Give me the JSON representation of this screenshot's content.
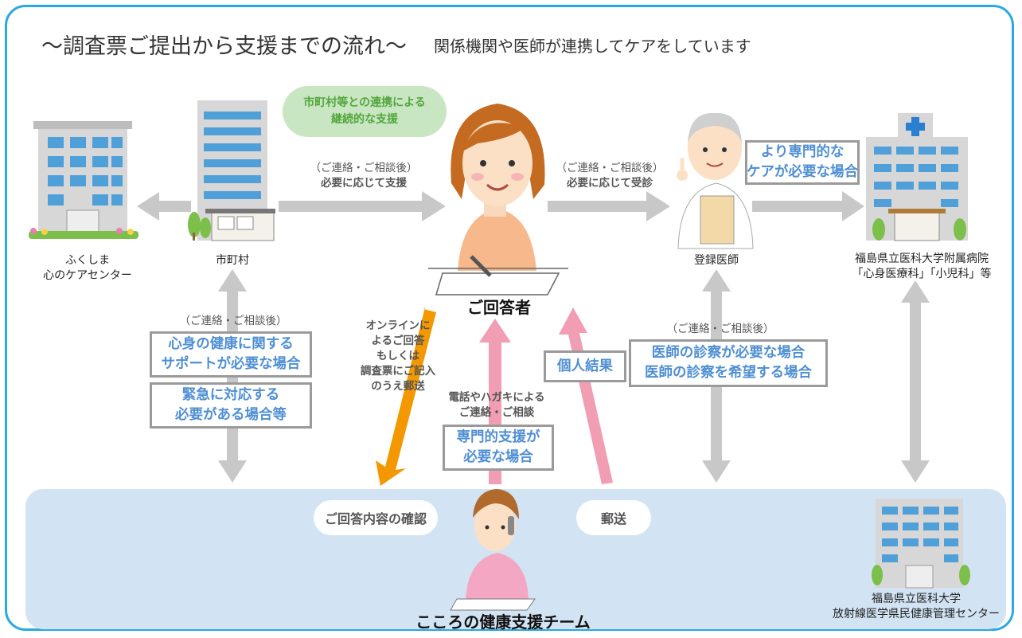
{
  "header": {
    "title": "〜調査票ご提出から支援までの流れ〜",
    "subtitle": "関係機関や医師が連携してケアをしています"
  },
  "nodes": {
    "care_center": [
      "ふくしま",
      "心のケアセンター"
    ],
    "municipality": "市町村",
    "respondent": "ご回答者",
    "doctor": "登録医師",
    "hospital": [
      "福島県立医科大学附属病院",
      "「心身医療科」「小児科」等"
    ],
    "team": "こころの健康支援チーム",
    "center": [
      "福島県立医科大学",
      "放射線医学県民健康管理センター"
    ]
  },
  "bubble": [
    "市町村等との連携による",
    "継続的な支援"
  ],
  "notes": {
    "contact_after_1": "（ご連絡・ご相談後）",
    "support_as_needed": "必要に応じて支援",
    "contact_after_2": "（ご連絡・ご相談後）",
    "visit_as_needed": "必要に応じて受診",
    "contact_after_3": "（ご連絡・ご相談後）",
    "contact_after_4": "（ご連絡・ご相談後）",
    "online": [
      "オンラインに",
      "よるご回答",
      "もしくは",
      "調査票にご記入",
      "のうえ郵送"
    ],
    "phone": [
      "電話やハガキによる",
      "ご連絡・ご相談"
    ]
  },
  "boxes": {
    "specialist_care": [
      "より専門的な",
      "ケアが必要な場合"
    ],
    "health_support": [
      "心身の健康に関する",
      "サポートが必要な場合"
    ],
    "emergency": [
      "緊急に対応する",
      "必要がある場合等"
    ],
    "personal_result": "個人結果",
    "doctor_exam": [
      "医師の診察が必要な場合",
      "医師の診察を希望する場合"
    ],
    "specialist_support": [
      "専門的支援が",
      "必要な場合"
    ]
  },
  "pills": {
    "confirm": "ご回答内容の確認",
    "mail": "郵送"
  },
  "colors": {
    "frame": "#29a9e1",
    "bottom_area": "#d2e3f3",
    "arrow_gray": "#c8c8c8",
    "arrow_pink": "#f19db4",
    "arrow_orange": "#f39800",
    "box_text": "#4f8fd3",
    "bubble_bg": "#c9e6c2",
    "bubble_text": "#52a63c"
  }
}
